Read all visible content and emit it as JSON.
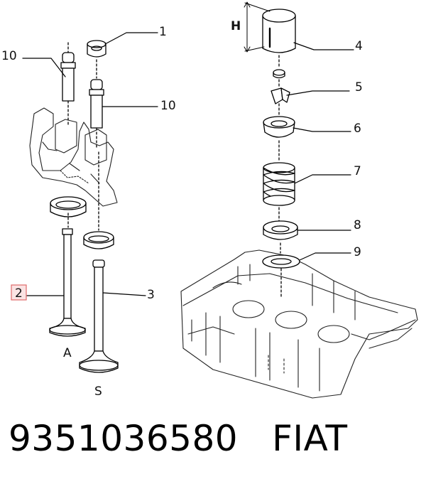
{
  "diagram": {
    "callouts": {
      "c1": "1",
      "c10_left": "10",
      "c10_right": "10",
      "c2": "2",
      "c3": "3",
      "c4": "4",
      "c5": "5",
      "c6": "6",
      "c7": "7",
      "c8": "8",
      "c9": "9",
      "A": "A",
      "S": "S",
      "H": "H"
    },
    "highlighted_callout": "2",
    "highlight_color": "#e06a6a"
  },
  "caption": {
    "part_number": "9351036580",
    "brand": "FIAT"
  }
}
